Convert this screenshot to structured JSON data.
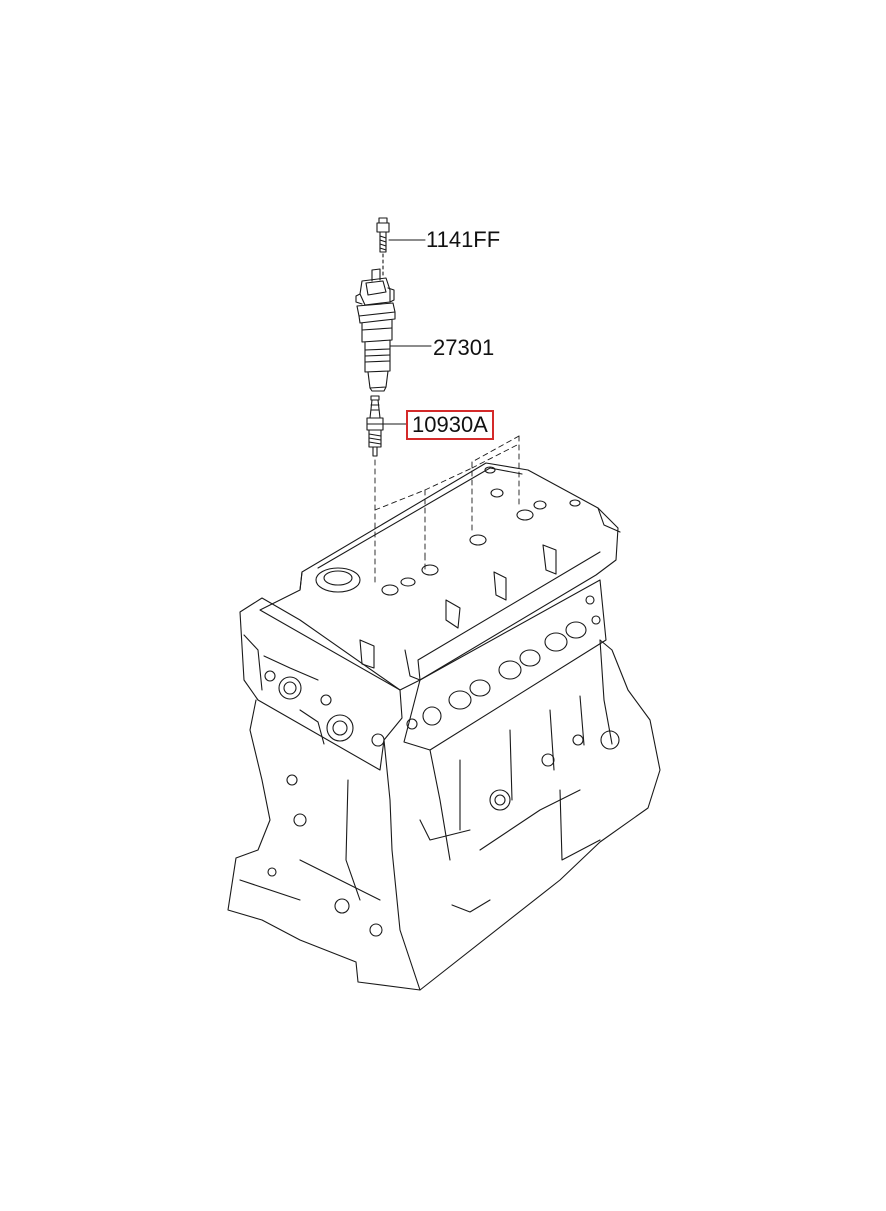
{
  "parts": [
    {
      "id": "bolt",
      "number": "1141FF",
      "highlighted": false
    },
    {
      "id": "ignition-coil",
      "number": "27301",
      "highlighted": false
    },
    {
      "id": "spark-plug",
      "number": "10930A",
      "highlighted": true
    }
  ],
  "colors": {
    "line": "#1a1a1a",
    "highlight_border": "#d42a2a",
    "background": "#ffffff"
  }
}
